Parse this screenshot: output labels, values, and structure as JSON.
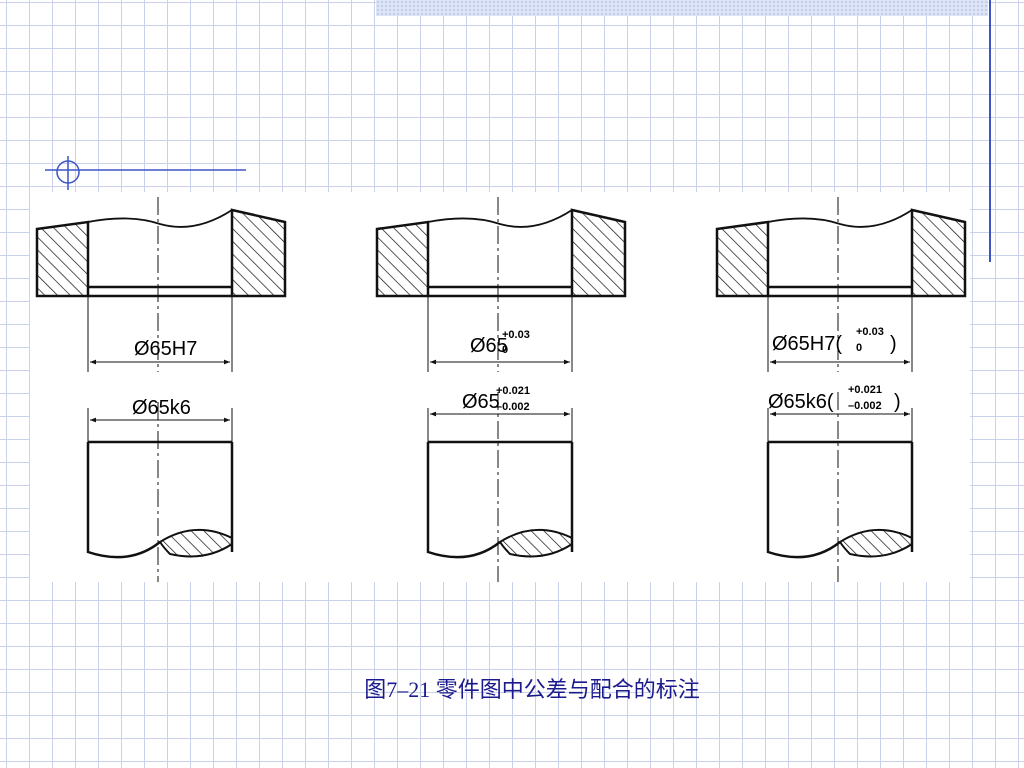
{
  "caption": "图7–21  零件图中公差与配合的标注",
  "drawings": [
    {
      "hole_label": "Ø65H7",
      "hole_upper": "",
      "hole_lower": "",
      "shaft_label": "Ø65k6",
      "shaft_upper": "",
      "shaft_lower": ""
    },
    {
      "hole_label": "Ø65",
      "hole_upper": "+0.03",
      "hole_lower": "0",
      "shaft_label": "Ø65",
      "shaft_upper": "+0.021",
      "shaft_lower": "–0.002"
    },
    {
      "hole_label": "Ø65H7(",
      "hole_upper": "+0.03",
      "hole_lower": "0",
      "hole_close": ")",
      "shaft_label": "Ø65k6(",
      "shaft_upper": "+0.021",
      "shaft_lower": "–0.002",
      "shaft_close": ")"
    }
  ],
  "colors": {
    "grid": "#c9d2ea",
    "accent": "#3b55c4",
    "caption": "#1a1a8c",
    "ink": "#111111"
  },
  "icons": {
    "corner_mark": "circle-crosshair-icon"
  }
}
